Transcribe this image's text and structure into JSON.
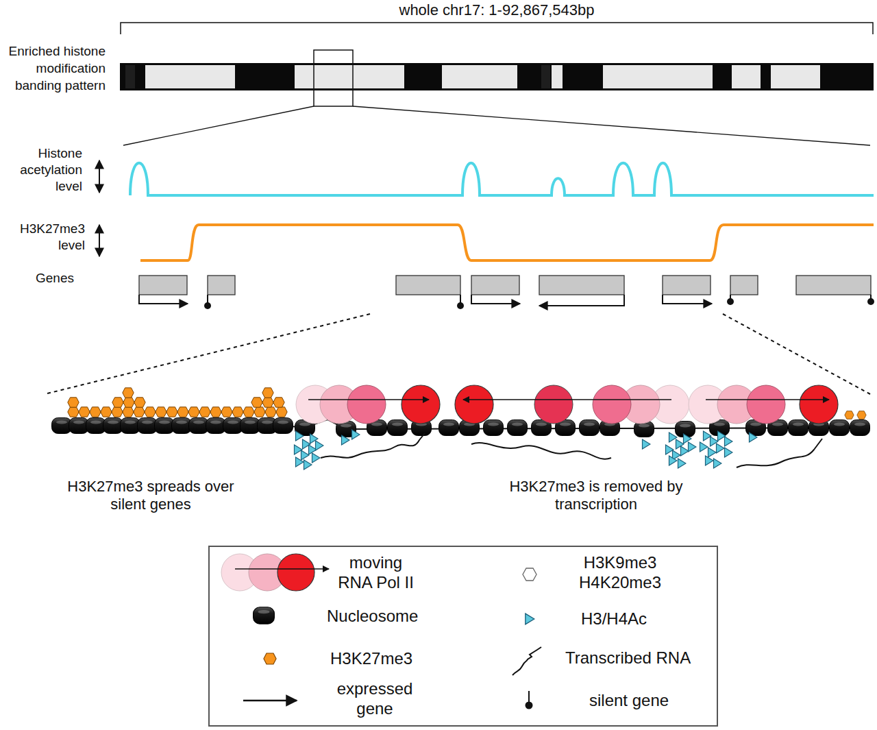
{
  "diagram": {
    "labels": [
      "whole chr17: 1-92,867,543bp",
      "Enriched histone modification banding pattern",
      "Histone acetylation level",
      "H3K27me3 level",
      "Genes",
      "H3K27me3 spreads over silent genes",
      "H3K27me3 is removed by transcription"
    ],
    "legend": [
      {
        "text": "moving RNA Pol II"
      },
      {
        "text": "Nucleosome"
      },
      {
        "text": "H3K27me3"
      },
      {
        "text": "expressed gene"
      },
      {
        "text": "H3K9me3 H4K20me3"
      },
      {
        "text": "H3/H4Ac"
      },
      {
        "text": "Transcribed RNA"
      },
      {
        "text": "silent gene"
      }
    ]
  }
}
